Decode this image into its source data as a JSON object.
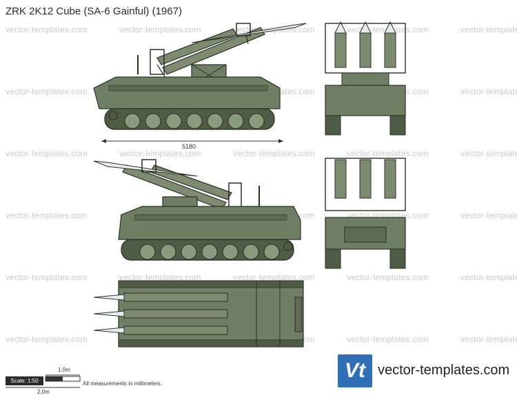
{
  "title": "ZRK 2K12 Cube (SA-6 Gainful) (1967)",
  "watermark": "vector-templates.com",
  "dimension": {
    "length": "5180"
  },
  "scale": {
    "badge": "Scale: 1:50",
    "top_label": "1.0m",
    "bottom_label": "2.0m",
    "note": "All measurements in millimeters."
  },
  "brand": {
    "logo_text": "Vt",
    "name": "vector-templates.com"
  },
  "colors": {
    "hull": "#6f7f63",
    "hull_dark": "#4e5b45",
    "outline": "#2a2f26",
    "missile": "#e9ecef",
    "logo": "#2f6fb5"
  }
}
